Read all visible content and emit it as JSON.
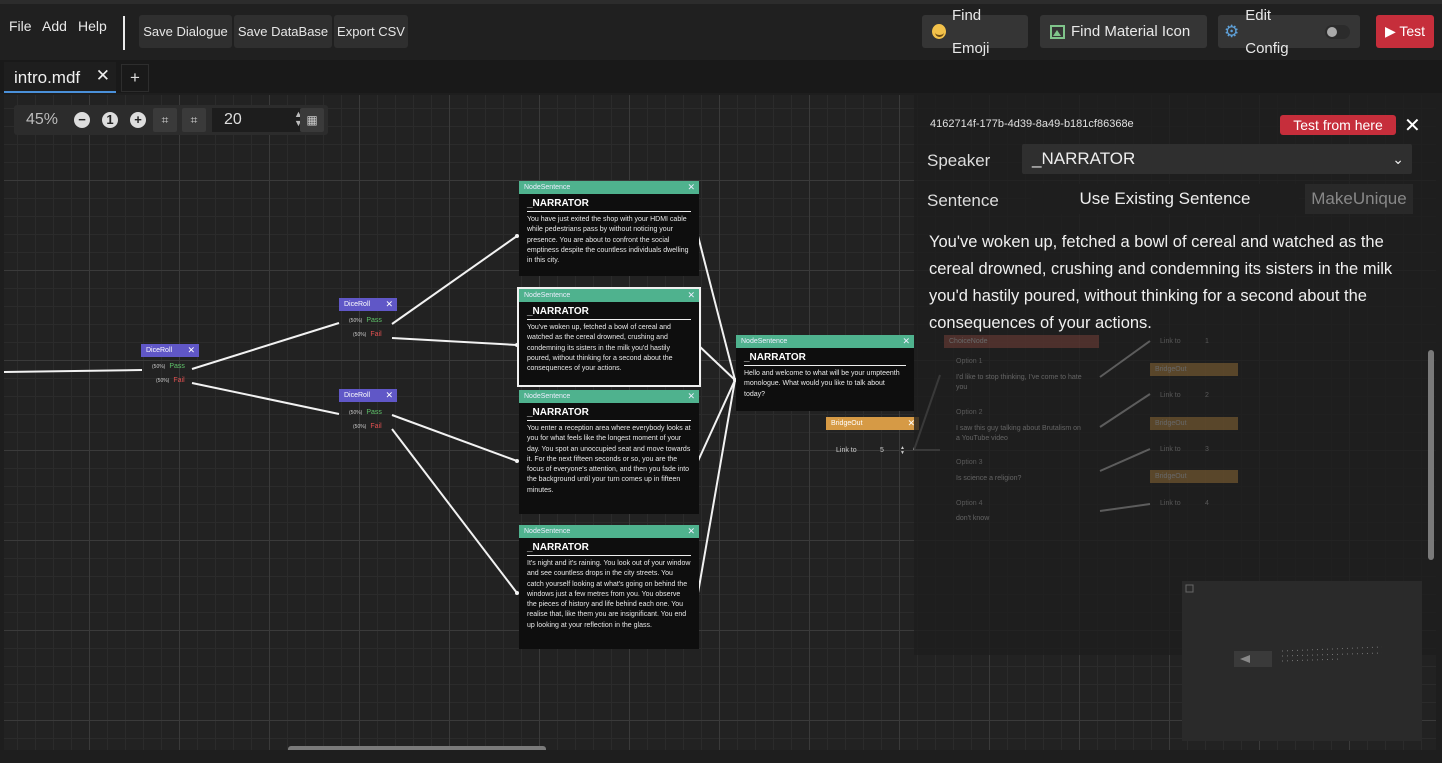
{
  "menu": {
    "file": "File",
    "add": "Add",
    "help": "Help"
  },
  "toolbar": {
    "save_dialogue": "Save Dialogue",
    "save_database": "Save DataBase",
    "export_csv": "Export CSV"
  },
  "actions": {
    "find_emoji": "Find Emoji",
    "find_material_icon": "Find Material Icon",
    "edit_config": "Edit Config",
    "test": "Test"
  },
  "tabs": {
    "active_label": "intro.mdf",
    "close": "✕",
    "add": "+"
  },
  "zoom": {
    "level": "45%",
    "minus": "−",
    "reset": "1",
    "plus": "+",
    "grid_size": "20"
  },
  "nodes": {
    "sentence_header": "NodeSentence",
    "speaker": "_NARRATOR",
    "dice_header": "DiceRoll",
    "pass": "Pass",
    "fail": "Fail",
    "pct": "(50%)",
    "bridge_header": "BridgeOut",
    "link_to": "Link to",
    "bridge_value": "5",
    "texts": [
      "You have just exited the shop with your HDMI cable while pedestrians pass by without noticing your presence. You are about to confront the social emptiness  despite the countless individuals dwelling in this city.",
      "You've woken up, fetched a bowl of cereal and watched as the cereal drowned, crushing and condemning its sisters in the milk you'd hastily poured, without thinking for a second about the consequences of your actions.",
      "You enter a reception area where everybody looks at you for what feels like the longest moment of your day.  You spot an unoccupied seat and move towards it. For the next fifteen seconds or so, you are the focus of everyone's attention, and then you fade into the background until your turn comes up in fifteen minutes.",
      "It's night and it's raining. You look out of your window and see countless drops in the city streets. You catch yourself looking at what's going on behind the windows just a few metres from you. You observe the pieces of history and life behind each one. You realise that, like them you are insignificant. You end up looking at your reflection in the glass.",
      "Hello and welcome to what will be your umpteenth monologue. What would you like to talk about today?"
    ]
  },
  "panel": {
    "id": "4162714f-177b-4d39-8a49-b181cf86368e",
    "test_from_here": "Test from here",
    "close": "✕",
    "speaker_label": "Speaker",
    "speaker_value": "_NARRATOR",
    "sentence_label": "Sentence",
    "use_existing": "Use Existing Sentence",
    "make_unique": "MakeUnique",
    "sentence_text": "You've woken up, fetched a bowl of cereal and watched as the cereal drowned, crushing and condemning its sisters in the milk you'd hastily poured, without thinking for a second about the consequences of your actions."
  },
  "choice": {
    "header": "ChoiceNode",
    "options": [
      {
        "label": "Option 1",
        "text": "I'd like to stop thinking, I've come to hate you",
        "link": "1"
      },
      {
        "label": "Option 2",
        "text": "I saw this guy talking about Brutalism on a YouTube video",
        "link": "2"
      },
      {
        "label": "Option 3",
        "text": "Is science a religion?",
        "link": "3"
      },
      {
        "label": "Option 4",
        "text": "don't know",
        "link": "4"
      }
    ]
  },
  "colors": {
    "sentence": "#4fb28e",
    "dice": "#6057c7",
    "bridge": "#d69a45",
    "choice": "#b0574a",
    "danger": "#c62e3b"
  }
}
